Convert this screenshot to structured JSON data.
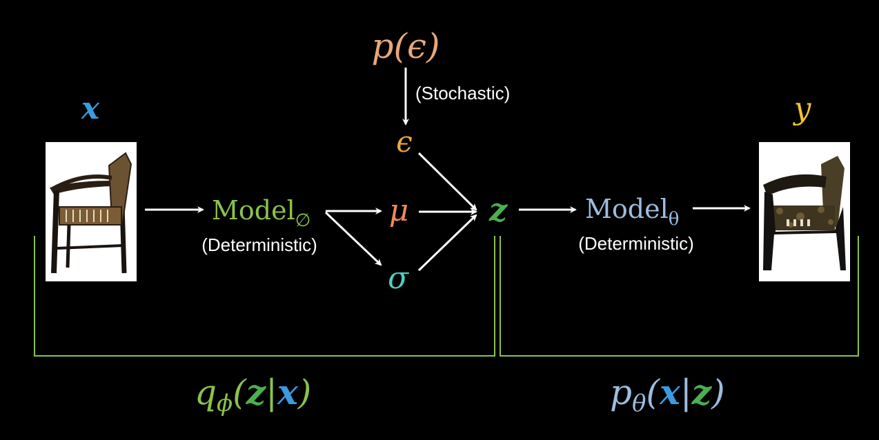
{
  "labels": {
    "p_epsilon": "p(ϵ)",
    "stochastic": "(Stochastic)",
    "epsilon": "ϵ",
    "x": "x",
    "y": "y",
    "model_enc_base": "Model",
    "model_enc_sub": "∅",
    "deterministic_enc": "(Deterministic)",
    "mu": "μ",
    "sigma": "σ",
    "z": "z",
    "model_dec_base": "Model",
    "model_dec_sub": "θ",
    "deterministic_dec": "(Deterministic)",
    "encoder_q": "q",
    "encoder_q_sub": "ϕ",
    "encoder_z": "z",
    "encoder_bar": "|",
    "encoder_x": "x",
    "decoder_p": "p",
    "decoder_p_sub": "θ",
    "decoder_x": "x",
    "decoder_bar": "|",
    "decoder_z": "z",
    "open_paren": "(",
    "close_paren": ")"
  },
  "colors": {
    "background": "#000000",
    "x": "#3b9be0",
    "y": "#f1c232",
    "p_epsilon": "#e8a878",
    "epsilon": "#f2a93b",
    "mu": "#f08a5a",
    "sigma": "#4ecdc4",
    "z": "#4caf50",
    "encoder": "#8bc34a",
    "decoder": "#9dbde0",
    "bracket": "#8bc34a",
    "arrow": "#ffffff",
    "text": "#ffffff"
  },
  "icons": {
    "input_image": "wooden-chair-icon",
    "output_image": "reconstructed-chair-icon"
  }
}
